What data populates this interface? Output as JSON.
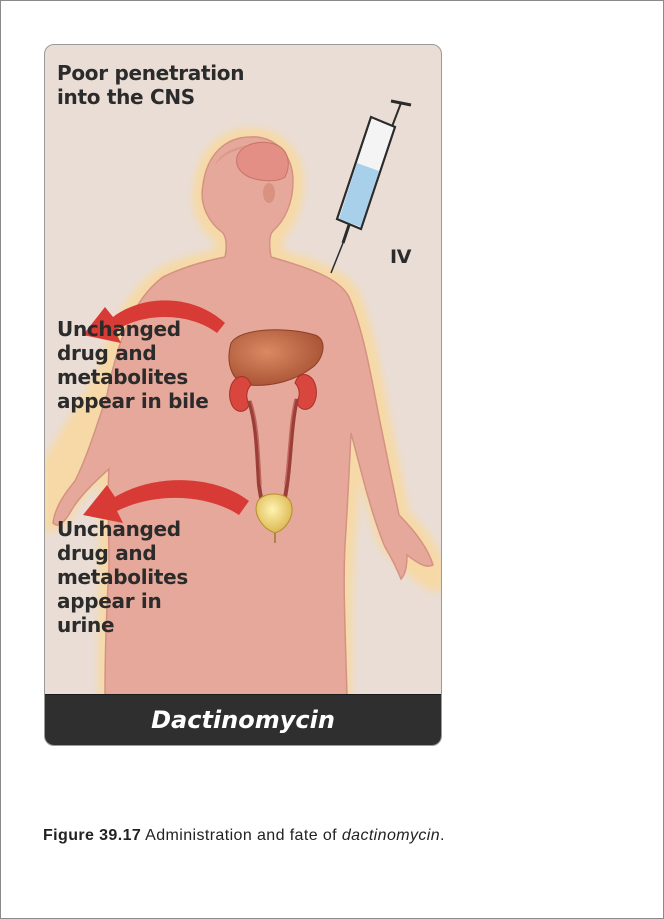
{
  "figure": {
    "labels": {
      "cns": [
        "Poor penetration",
        "into the CNS"
      ],
      "iv": "IV",
      "bile": [
        "Unchanged",
        "drug and",
        "metabolites",
        "appear in bile"
      ],
      "urine": [
        "Unchanged",
        "drug and",
        "metabolites",
        "appear in",
        "urine"
      ]
    },
    "footer_title": "Dactinomycin"
  },
  "caption": {
    "label": "Figure 39.17",
    "text": " Administration and fate of ",
    "drug": "dactinomycin",
    "end": "."
  },
  "colors": {
    "card_background": "#e9ddd6",
    "body_fill": "#e6a89a",
    "body_glow": "#f6d9a6",
    "arrow_red": "#d83a35",
    "liver": "#b9603f",
    "kidney": "#d8463d",
    "footer_bar": "#2f2f2f",
    "syringe_fluid": "#a9d0ea"
  }
}
